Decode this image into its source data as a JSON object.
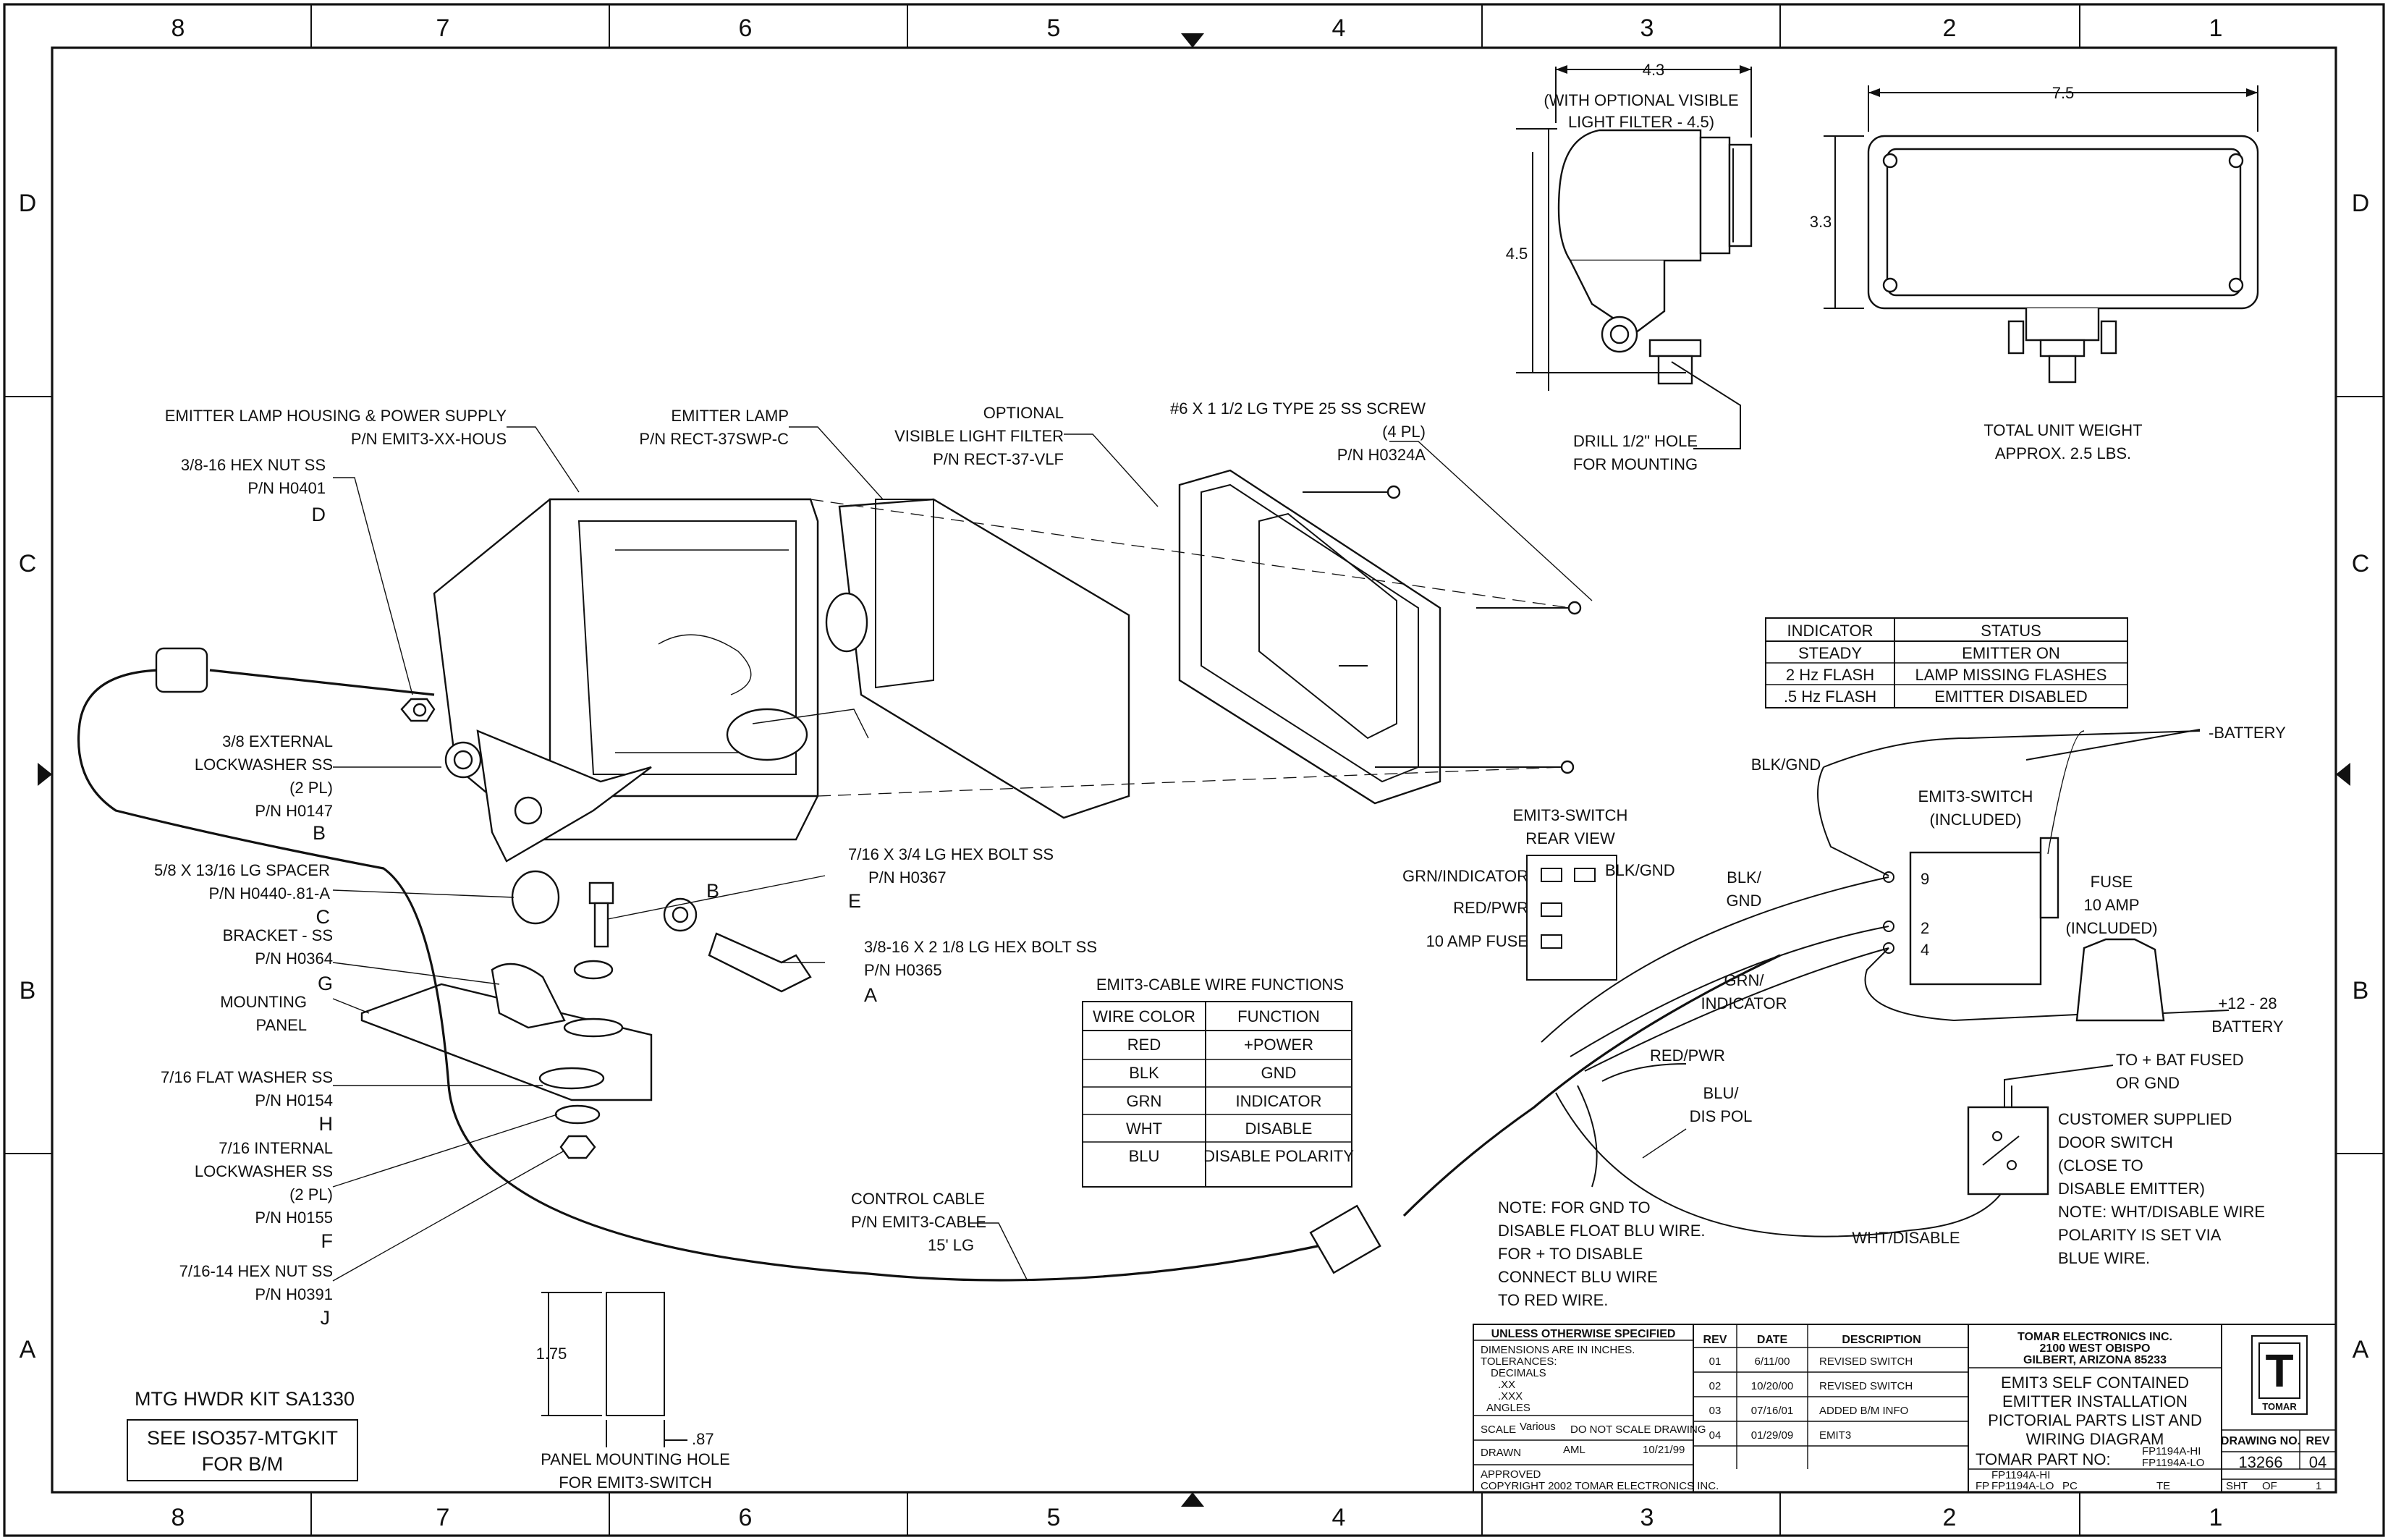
{
  "border": {
    "columns": [
      "8",
      "7",
      "6",
      "5",
      "4",
      "3",
      "2",
      "1"
    ],
    "rows": [
      "D",
      "C",
      "B",
      "A"
    ]
  },
  "dims": {
    "width_43": "4.3",
    "filter_note": "(WITH OPTIONAL VISIBLE",
    "filter_note2": "LIGHT FILTER - 4.5)",
    "height_45": "4.5",
    "width_75": "7.5",
    "height_33": "3.3",
    "drill_1": "DRILL 1/2\" HOLE",
    "drill_2": "FOR MOUNTING",
    "weight_1": "TOTAL UNIT WEIGHT",
    "weight_2": "APPROX. 2.5 LBS."
  },
  "callouts": {
    "housing_1": "EMITTER LAMP HOUSING & POWER SUPPLY",
    "housing_2": "P/N EMIT3-XX-HOUS",
    "lamp_1": "EMITTER LAMP",
    "lamp_2": "P/N RECT-37SWP-C",
    "filter_1": "OPTIONAL",
    "filter_2": "VISIBLE LIGHT FILTER",
    "filter_3": "P/N RECT-37-VLF",
    "screw_1": "#6 X 1 1/2 LG TYPE 25 SS SCREW",
    "screw_2": "(4 PL)",
    "screw_3": "P/N H0324A",
    "hexnut_1": "3/8-16 HEX NUT SS",
    "hexnut_2": "P/N H0401",
    "hexnut_3": "D",
    "extlock_1": "3/8 EXTERNAL",
    "extlock_2": "LOCKWASHER SS",
    "extlock_3": "(2 PL)",
    "extlock_4": "P/N H0147",
    "extlock_5": "B",
    "spacer_1": "5/8 X 13/16 LG SPACER",
    "spacer_2": "P/N H0440-.81-A",
    "spacer_3": "C",
    "bracket_1": "BRACKET - SS",
    "bracket_2": "P/N H0364",
    "bracket_3": "G",
    "panel_1": "MOUNTING",
    "panel_2": "PANEL",
    "flatw_1": "7/16 FLAT WASHER SS",
    "flatw_2": "P/N H0154",
    "flatw_3": "H",
    "intlock_1": "7/16 INTERNAL",
    "intlock_2": "LOCKWASHER SS",
    "intlock_3": "(2 PL)",
    "intlock_4": "P/N H0155",
    "intlock_5": "F",
    "nut716_1": "7/16-14 HEX NUT SS",
    "nut716_2": "P/N H0391",
    "nut716_3": "J",
    "bolt716_1": "7/16 X 3/4 LG HEX BOLT SS",
    "bolt716_2": "P/N H0367",
    "bolt716_3": "E",
    "bolt38_1": "3/8-16 X 2 1/8 LG HEX BOLT SS",
    "bolt38_2": "P/N H0365",
    "bolt38_3": "A",
    "b_letter": "B",
    "cable_1": "CONTROL CABLE",
    "cable_2": "P/N EMIT3-CABLE",
    "cable_3": "15' LG"
  },
  "indicator_table": {
    "headers": [
      "INDICATOR",
      "STATUS"
    ],
    "rows": [
      [
        "STEADY",
        "EMITTER ON"
      ],
      [
        "2 Hz FLASH",
        "LAMP MISSING FLASHES"
      ],
      [
        ".5 Hz FLASH",
        "EMITTER DISABLED"
      ]
    ]
  },
  "wire_table": {
    "title": "EMIT3-CABLE WIRE FUNCTIONS",
    "headers": [
      "WIRE COLOR",
      "FUNCTION"
    ],
    "rows": [
      [
        "RED",
        "+POWER"
      ],
      [
        "BLK",
        "GND"
      ],
      [
        "GRN",
        "INDICATOR"
      ],
      [
        "WHT",
        "DISABLE"
      ],
      [
        "BLU",
        "DISABLE POLARITY"
      ]
    ]
  },
  "switch_rear": {
    "title_1": "EMIT3-SWITCH",
    "title_2": "REAR VIEW",
    "grn": "GRN/INDICATOR",
    "red": "RED/PWR",
    "fuse": "10 AMP FUSE",
    "blk": "BLK/GND"
  },
  "wiring": {
    "battery_neg": "-BATTERY",
    "blk_gnd_top": "BLK/GND",
    "switch_1": "EMIT3-SWITCH",
    "switch_2": "(INCLUDED)",
    "pin9": "9",
    "pin2": "2",
    "pin4": "4",
    "blk_1": "BLK/",
    "blk_2": "GND",
    "fuse_1": "FUSE",
    "fuse_2": "10 AMP",
    "fuse_3": "(INCLUDED)",
    "grn_1": "GRN/",
    "grn_2": "INDICATOR",
    "battery_pos_1": "+12 - 28",
    "battery_pos_2": "BATTERY",
    "red_pwr": "RED/PWR",
    "to_bat_1": "TO + BAT FUSED",
    "to_bat_2": "OR GND",
    "blu_1": "BLU/",
    "blu_2": "DIS POL",
    "door_1": "CUSTOMER SUPPLIED",
    "door_2": "DOOR SWITCH",
    "door_3": "(CLOSE TO",
    "door_4": "DISABLE EMITTER)",
    "door_5": "NOTE: WHT/DISABLE WIRE",
    "door_6": "POLARITY IS SET VIA",
    "door_7": "BLUE WIRE.",
    "wht": "WHT/DISABLE",
    "note_1": "NOTE: FOR GND TO",
    "note_2": "DISABLE FLOAT BLU WIRE.",
    "note_3": "FOR + TO DISABLE",
    "note_4": "CONNECT BLU WIRE",
    "note_5": "TO RED WIRE."
  },
  "panel_hole": {
    "h": "1.75",
    "w": ".87",
    "cap_1": "PANEL MOUNTING HOLE",
    "cap_2": "FOR EMIT3-SWITCH"
  },
  "kit": {
    "title": "MTG HWDR KIT SA1330",
    "box_1": "SEE ISO357-MTGKIT",
    "box_2": "FOR B/M"
  },
  "title_block": {
    "spec_1": "UNLESS OTHERWISE SPECIFIED",
    "spec_2": "DIMENSIONS ARE IN INCHES.",
    "spec_3": "TOLERANCES:",
    "spec_4": "DECIMALS",
    "spec_5": ".XX",
    "spec_6": ".XXX",
    "spec_7": "ANGLES",
    "scale_lbl": "SCALE",
    "scale_val": "Various",
    "no_scale": "DO NOT SCALE DRAWING",
    "drawn_lbl": "DRAWN",
    "drawn_by": "AML",
    "drawn_date": "10/21/99",
    "approved": "APPROVED",
    "copyright": "COPYRIGHT 2002 TOMAR ELECTRONICS INC.",
    "rev_headers": [
      "REV",
      "DATE",
      "DESCRIPTION"
    ],
    "revisions": [
      [
        "01",
        "6/11/00",
        "REVISED SWITCH"
      ],
      [
        "02",
        "10/20/00",
        "REVISED SWITCH"
      ],
      [
        "03",
        "07/16/01",
        "ADDED B/M INFO"
      ],
      [
        "04",
        "01/29/09",
        "EMIT3"
      ]
    ],
    "company_1": "TOMAR ELECTRONICS INC.",
    "company_2": "2100 WEST OBISPO",
    "company_3": "GILBERT, ARIZONA 85233",
    "title_1": "EMIT3 SELF CONTAINED",
    "title_2": "EMITTER INSTALLATION",
    "title_3": "PICTORIAL PARTS LIST AND",
    "title_4": "WIRING DIAGRAM",
    "part_lbl": "TOMAR PART NO:",
    "part_hi": "FP1194A-HI",
    "part_lo": "FP1194A-LO",
    "fp_lbl": "FP",
    "fp_hi": "FP1194A-HI",
    "fp_lo": "FP1194A-LO",
    "pc_lbl": "PC",
    "te_lbl": "TE",
    "logo": "T",
    "logo_name": "TOMAR",
    "dwg_no_lbl": "DRAWING NO.",
    "rev_lbl": "REV",
    "dwg_no": "13266",
    "rev": "04",
    "sht": "SHT",
    "of": "OF",
    "sht_num": "1"
  }
}
